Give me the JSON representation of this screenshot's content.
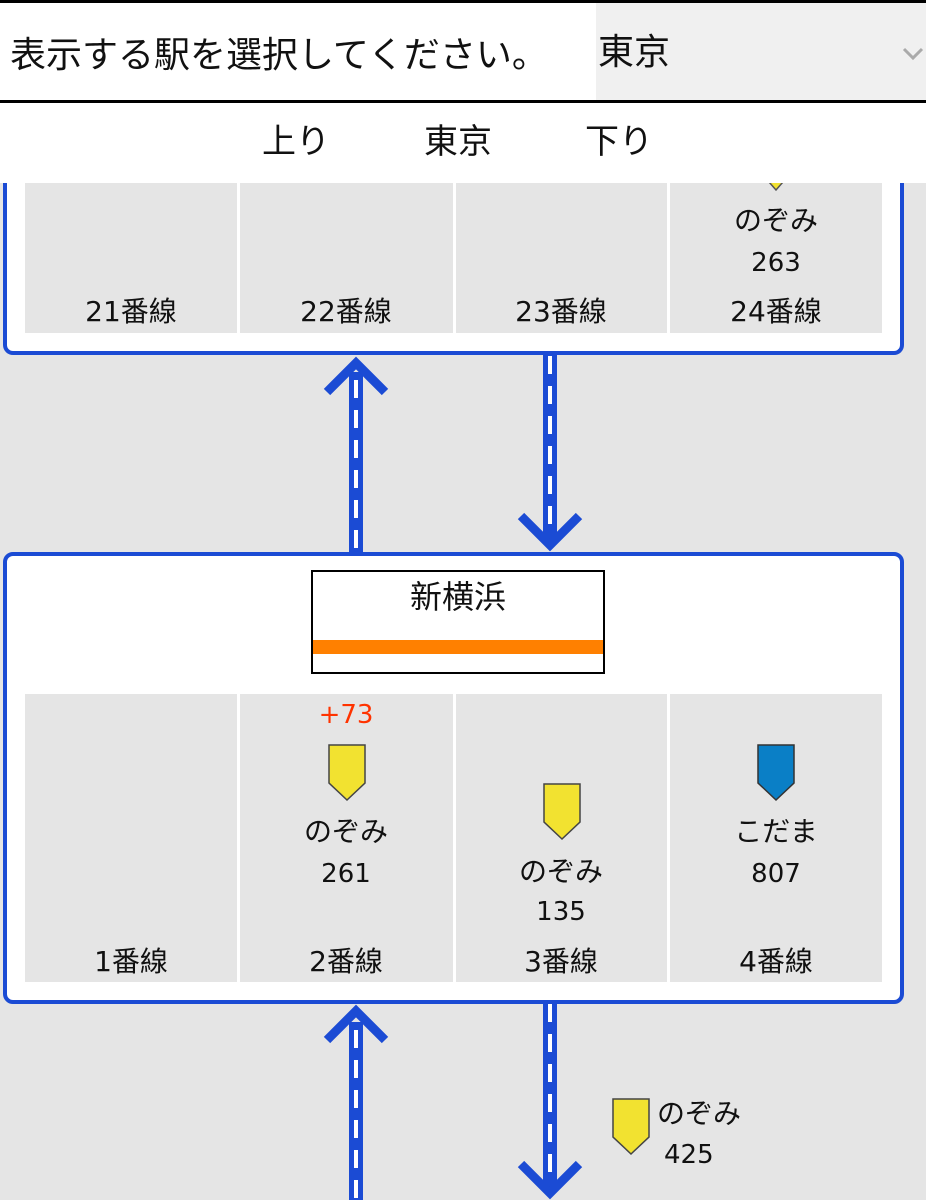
{
  "header": {
    "prompt": "表示する駅を選択してください。",
    "selected_station": "東京",
    "chevron_icon": "chevron-down-icon"
  },
  "direction_bar": {
    "up": "上り",
    "station": "東京",
    "down": "下り"
  },
  "top_station": {
    "platforms": [
      {
        "label": "21番線"
      },
      {
        "label": "22番線"
      },
      {
        "label": "23番線"
      },
      {
        "label": "24番線",
        "train": {
          "type": "のぞみ",
          "number": "263",
          "color": "#f2e230"
        }
      }
    ]
  },
  "shin_yokohama": {
    "name": "新横浜",
    "stripe_color": "#ff8000",
    "platforms": [
      {
        "label": "1番線"
      },
      {
        "label": "2番線",
        "train": {
          "type": "のぞみ",
          "number": "261",
          "delay": "+73",
          "color": "#f2e230"
        }
      },
      {
        "label": "3番線",
        "train": {
          "type": "のぞみ",
          "number": "135",
          "color": "#f2e230"
        }
      },
      {
        "label": "4番線",
        "train": {
          "type": "こだま",
          "number": "807",
          "color": "#0a7fc6"
        }
      }
    ]
  },
  "in_transit": {
    "train": {
      "type": "のぞみ",
      "number": "425",
      "color": "#f2e230"
    }
  },
  "colors": {
    "track_blue": "#1b4bd4",
    "nozomi_yellow": "#f2e230",
    "kodama_blue": "#0a7fc6",
    "delay_red": "#ff3300"
  }
}
